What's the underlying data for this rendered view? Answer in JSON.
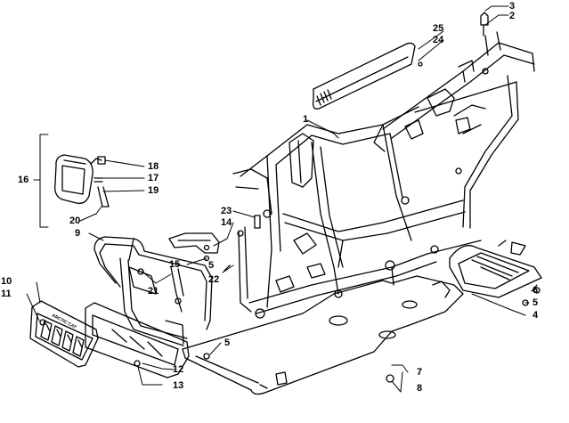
{
  "diagram": {
    "callouts": [
      {
        "id": "c1",
        "text": "1"
      },
      {
        "id": "c2",
        "text": "2"
      },
      {
        "id": "c3",
        "text": "3"
      },
      {
        "id": "c4",
        "text": "4"
      },
      {
        "id": "c5a",
        "text": "5"
      },
      {
        "id": "c5b",
        "text": "5"
      },
      {
        "id": "c5c",
        "text": "5"
      },
      {
        "id": "c6",
        "text": "6"
      },
      {
        "id": "c7",
        "text": "7"
      },
      {
        "id": "c8",
        "text": "8"
      },
      {
        "id": "c9",
        "text": "9"
      },
      {
        "id": "c10",
        "text": "10"
      },
      {
        "id": "c11",
        "text": "11"
      },
      {
        "id": "c12",
        "text": "12"
      },
      {
        "id": "c13",
        "text": "13"
      },
      {
        "id": "c14",
        "text": "14"
      },
      {
        "id": "c15",
        "text": "15"
      },
      {
        "id": "c16",
        "text": "16"
      },
      {
        "id": "c17",
        "text": "17"
      },
      {
        "id": "c18",
        "text": "18"
      },
      {
        "id": "c19",
        "text": "19"
      },
      {
        "id": "c20",
        "text": "20"
      },
      {
        "id": "c21",
        "text": "21"
      },
      {
        "id": "c22",
        "text": "22"
      },
      {
        "id": "c23",
        "text": "23"
      },
      {
        "id": "c24",
        "text": "24"
      },
      {
        "id": "c25",
        "text": "25"
      }
    ],
    "guard_emblem_text": "ARCTIC CAT"
  }
}
